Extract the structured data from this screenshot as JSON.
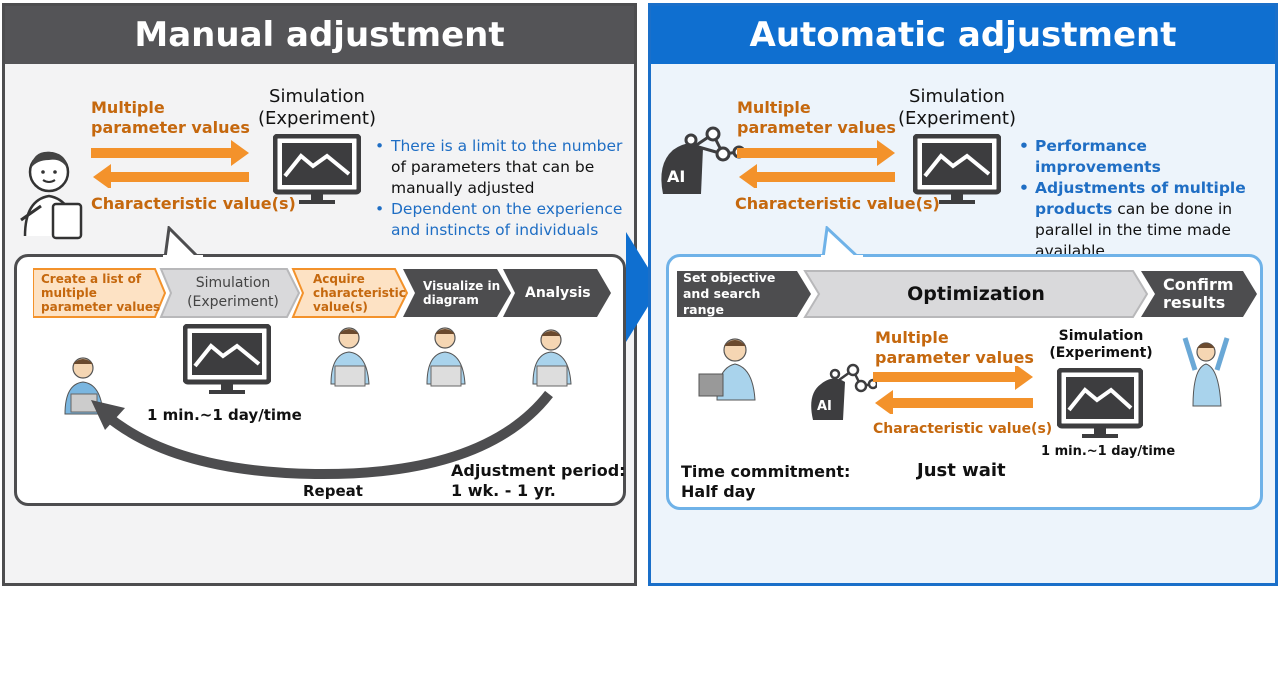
{
  "manual": {
    "title": "Manual adjustment",
    "param_label": "Multiple parameter values",
    "char_label": "Characteristic value(s)",
    "sim_label_1": "Simulation",
    "sim_label_2": "(Experiment)",
    "bullet_1": "There is a limit to the number",
    "bullet_1b": "of parameters that can be",
    "bullet_1c": "manually adjusted",
    "bullet_2": "Dependent on the experience",
    "bullet_2b": "and instincts of individuals",
    "steps": [
      "Create a list of multiple parameter values",
      "Simulation (Experiment)",
      "Acquire characteristic value(s)",
      "Visualize in diagram",
      "Analysis"
    ],
    "sim_time": "1 min.~1 day/time",
    "repeat": "Repeat",
    "period_1": "Adjustment period:",
    "period_2": "1 wk. - 1 yr."
  },
  "auto": {
    "title": "Automatic adjustment",
    "param_label": "Multiple parameter values",
    "char_label": "Characteristic value(s)",
    "sim_label_1": "Simulation",
    "sim_label_2": "(Experiment)",
    "bullet_1": "Performance improvements",
    "bullet_2a": "Adjustments of multiple",
    "bullet_2b": "products",
    "bullet_2c": "can be done in",
    "bullet_2d": "parallel in the time made",
    "bullet_2e": "available",
    "ai": "AI",
    "steps": [
      "Set objective and search range",
      "Optimization",
      "Confirm results"
    ],
    "inner_param_label": "Multiple parameter values",
    "inner_char_label": "Characteristic value(s)",
    "inner_sim_1": "Simulation",
    "inner_sim_2": "(Experiment)",
    "sim_time": "1 min.~1 day/time",
    "time_commit_1": "Time commitment:",
    "time_commit_2": "Half day",
    "just_wait": "Just wait"
  },
  "colors": {
    "orange": "#f3922b",
    "dark_gray": "#4d4d4f",
    "blue": "#0f6fd0",
    "light_orange_step": "#fde2c4"
  }
}
